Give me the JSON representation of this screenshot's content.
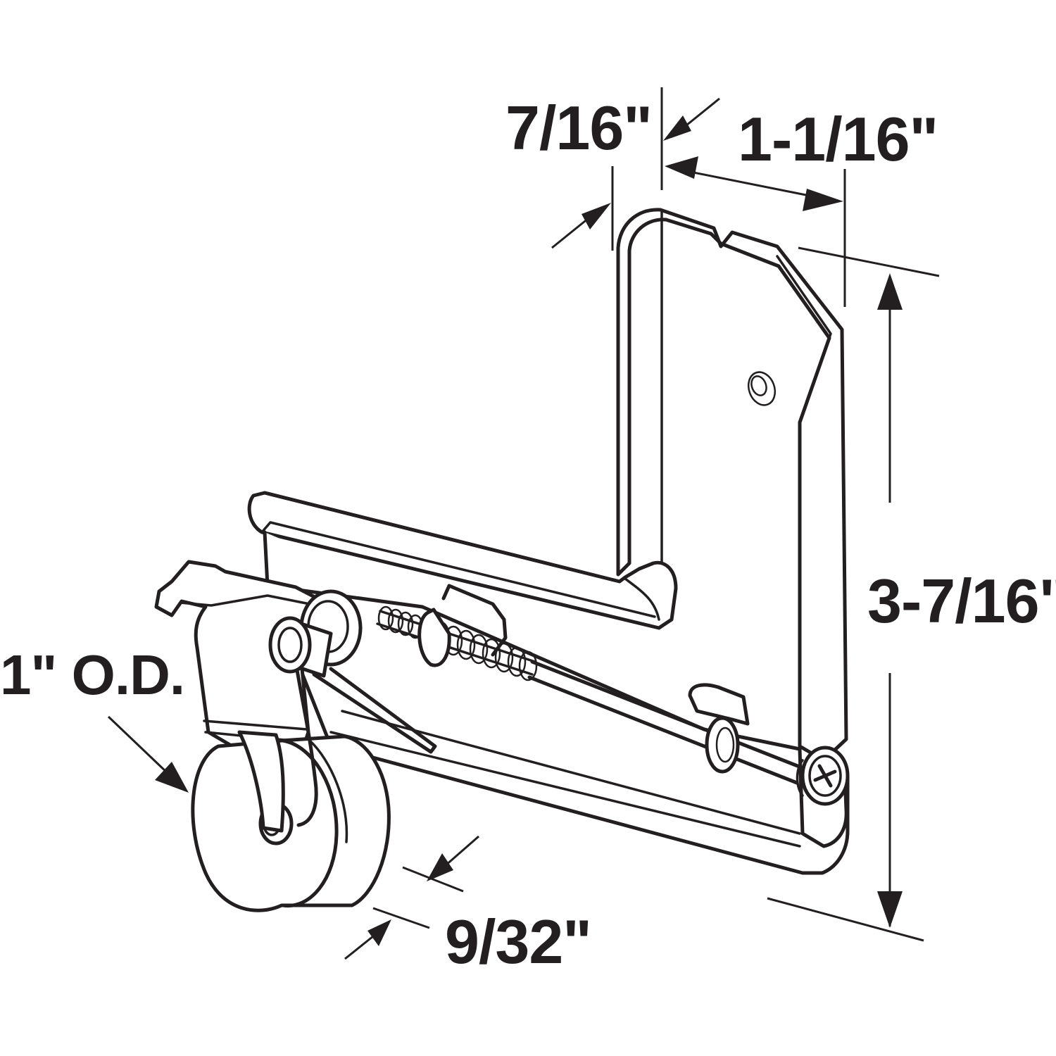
{
  "dimensions": {
    "flange_width": "7/16\"",
    "bracket_depth": "1-1/16\"",
    "overall_height": "3-7/16\"",
    "wheel_diameter": "1\" O.D.",
    "wheel_thickness": "9/32\""
  },
  "colors": {
    "line": "#231f20",
    "background": "#ffffff"
  }
}
